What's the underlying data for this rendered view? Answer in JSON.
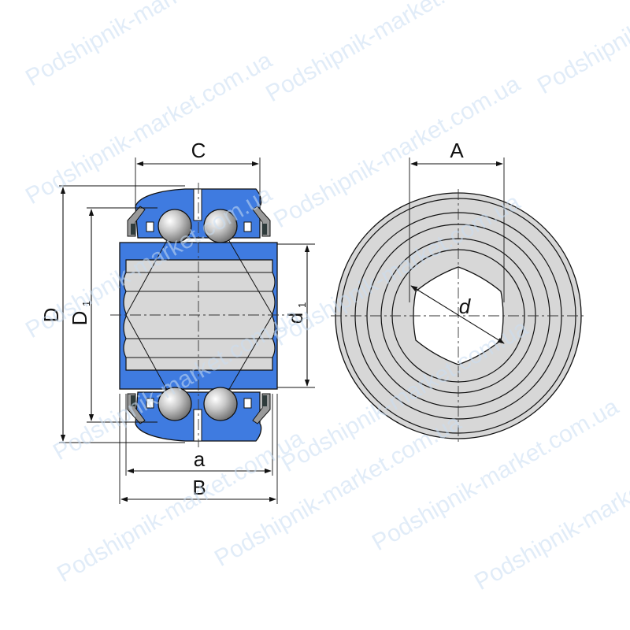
{
  "labels": {
    "C": "C",
    "A": "A",
    "D": "D",
    "D1_main": "D",
    "D1_sub": "1",
    "d1_main": "d",
    "d1_sub": "1",
    "d": "d",
    "a": "a",
    "B": "B"
  },
  "watermark": "Podshipnik-market.com.ua",
  "colors": {
    "blue": "#3f7be0",
    "steel": "#d7d7d7",
    "outline": "#111111",
    "watermark": "#c9def3"
  }
}
